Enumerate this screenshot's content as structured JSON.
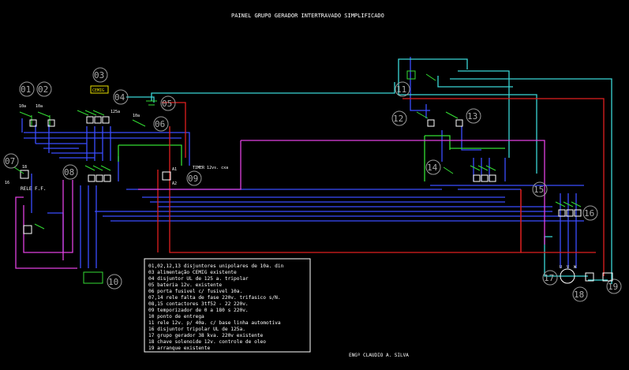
{
  "title": "PAINEL GRUPO GERADOR INTERTRAVADO SIMPLIFICADO",
  "author": "ENGº CLAUDIO A. SILVA",
  "component_numbers": [
    "01",
    "02",
    "03",
    "04",
    "05",
    "06",
    "07",
    "08",
    "09",
    "10",
    "11",
    "12",
    "13",
    "14",
    "15",
    "16",
    "17",
    "18",
    "19"
  ],
  "labels": {
    "rele_ff": "RELE F.F.",
    "timer": "TIMER 12vs. cxa",
    "cemig": "CEMIG",
    "i10a_1": "10a",
    "i10a_2": "10a",
    "i10a_6": "10a",
    "i125a": "125a",
    "i18_1": "18",
    "i16_1": "16",
    "a1": "A1",
    "a2": "A2",
    "u": "U",
    "v": "V",
    "w": "W"
  },
  "legend": [
    "01,02,12,13 disjuntores unipolares de 10a. din",
    "03 alimentação CEMIG  existente",
    "04 disjuntor UL de 125 a. tripolar",
    "05 bateria 12v.  existente",
    "06 porta fusivel c/ fusivel 10a.",
    "07,14 rele falta de fase 220v. trifasico s/N.",
    "08,15 contactores 3tf52 - 22  220v.",
    "09  temporizador de 0 a 180 s  220v.",
    "10  ponto de entrega",
    "11  rele 12v. p/ 40a. c/ base linha automotiva",
    "16  disjuntor tripolar UL de 125a.",
    "17  grupo gerador 38 kva.  220v  existente",
    "18  chave solenoide 12v. controle de oleo",
    "19  arranque existente"
  ],
  "colors": {
    "background": "#000000",
    "white": "#ffffff",
    "blue": "#3a4dff",
    "cyan": "#3ad6d6",
    "green": "#33dd33",
    "red": "#e02020",
    "magenta": "#e040e0",
    "yellow": "#e8e000",
    "gray": "#9a9a9a"
  }
}
